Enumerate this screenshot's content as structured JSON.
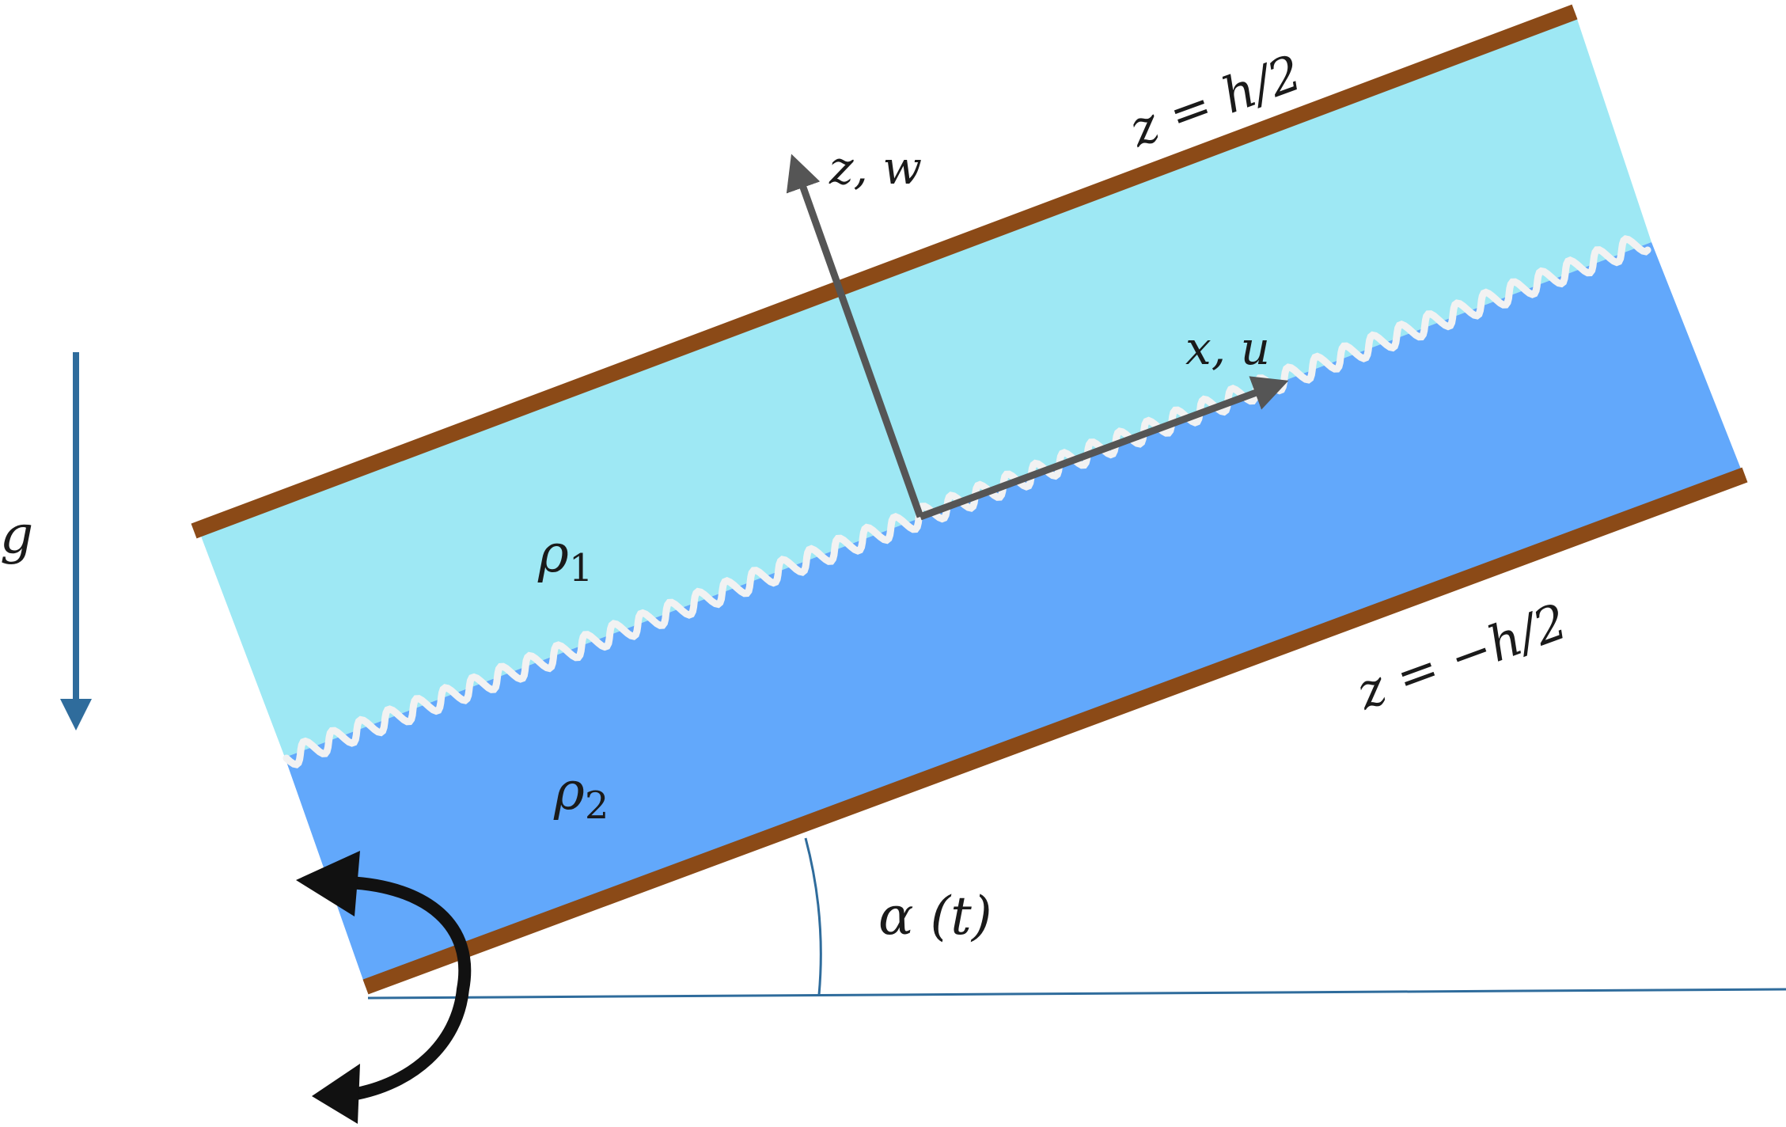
{
  "labels": {
    "gravity": "g",
    "upper_density_symbol": "ρ",
    "upper_density_sub": "1",
    "lower_density_symbol": "ρ",
    "lower_density_sub": "2",
    "z_axis": "z, w",
    "x_axis": "x, u",
    "top_wall": "z = h/2",
    "bottom_wall": "z = −h/2",
    "angle": "α (t)"
  },
  "colors": {
    "upper_fluid": "#9ee8f4",
    "lower_fluid": "#62a8fb",
    "wall": "#8b4a17",
    "interface": "#f2f2f2",
    "axes": "#555555",
    "gravity_arrow": "#2f6c9c",
    "angle_lines": "#2f6c9c",
    "rotation_arrow": "#111111"
  },
  "icons": {
    "rotation": "curved-double-arrow-icon"
  }
}
